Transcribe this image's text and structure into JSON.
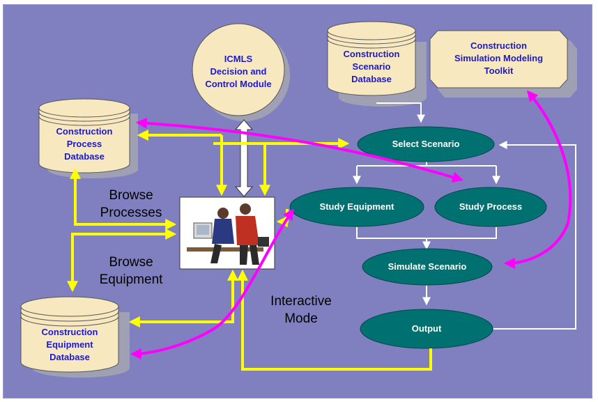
{
  "colors": {
    "background": "#8080c0",
    "node_fill": "#f8e8c0",
    "node_shadow": "#a0a0b4",
    "ellipse_fill": "#007070",
    "yellow_flow": "#ffff00",
    "magenta_link": "#ff00ff",
    "white_flow": "#ffffff",
    "label_blue": "#1a1acc"
  },
  "nodes": {
    "icmls": "ICMLS\nDecision and\nControl Module",
    "scenario_db": "Construction\nScenario\nDatabase",
    "toolkit": "Construction\nSimulation Modeling\nToolkit",
    "process_db": "Construction\nProcess\nDatabase",
    "equipment_db": "Construction\nEquipment\nDatabase",
    "select_scenario": "Select Scenario",
    "study_equipment": "Study Equipment",
    "study_process": "Study Process",
    "simulate_scenario": "Simulate Scenario",
    "output": "Output"
  },
  "labels": {
    "browse_processes": "Browse\nProcesses",
    "browse_equipment": "Browse\nEquipment",
    "interactive_mode": "Interactive\nMode"
  },
  "icons": {
    "user_illustration": "people-at-computer-icon"
  }
}
